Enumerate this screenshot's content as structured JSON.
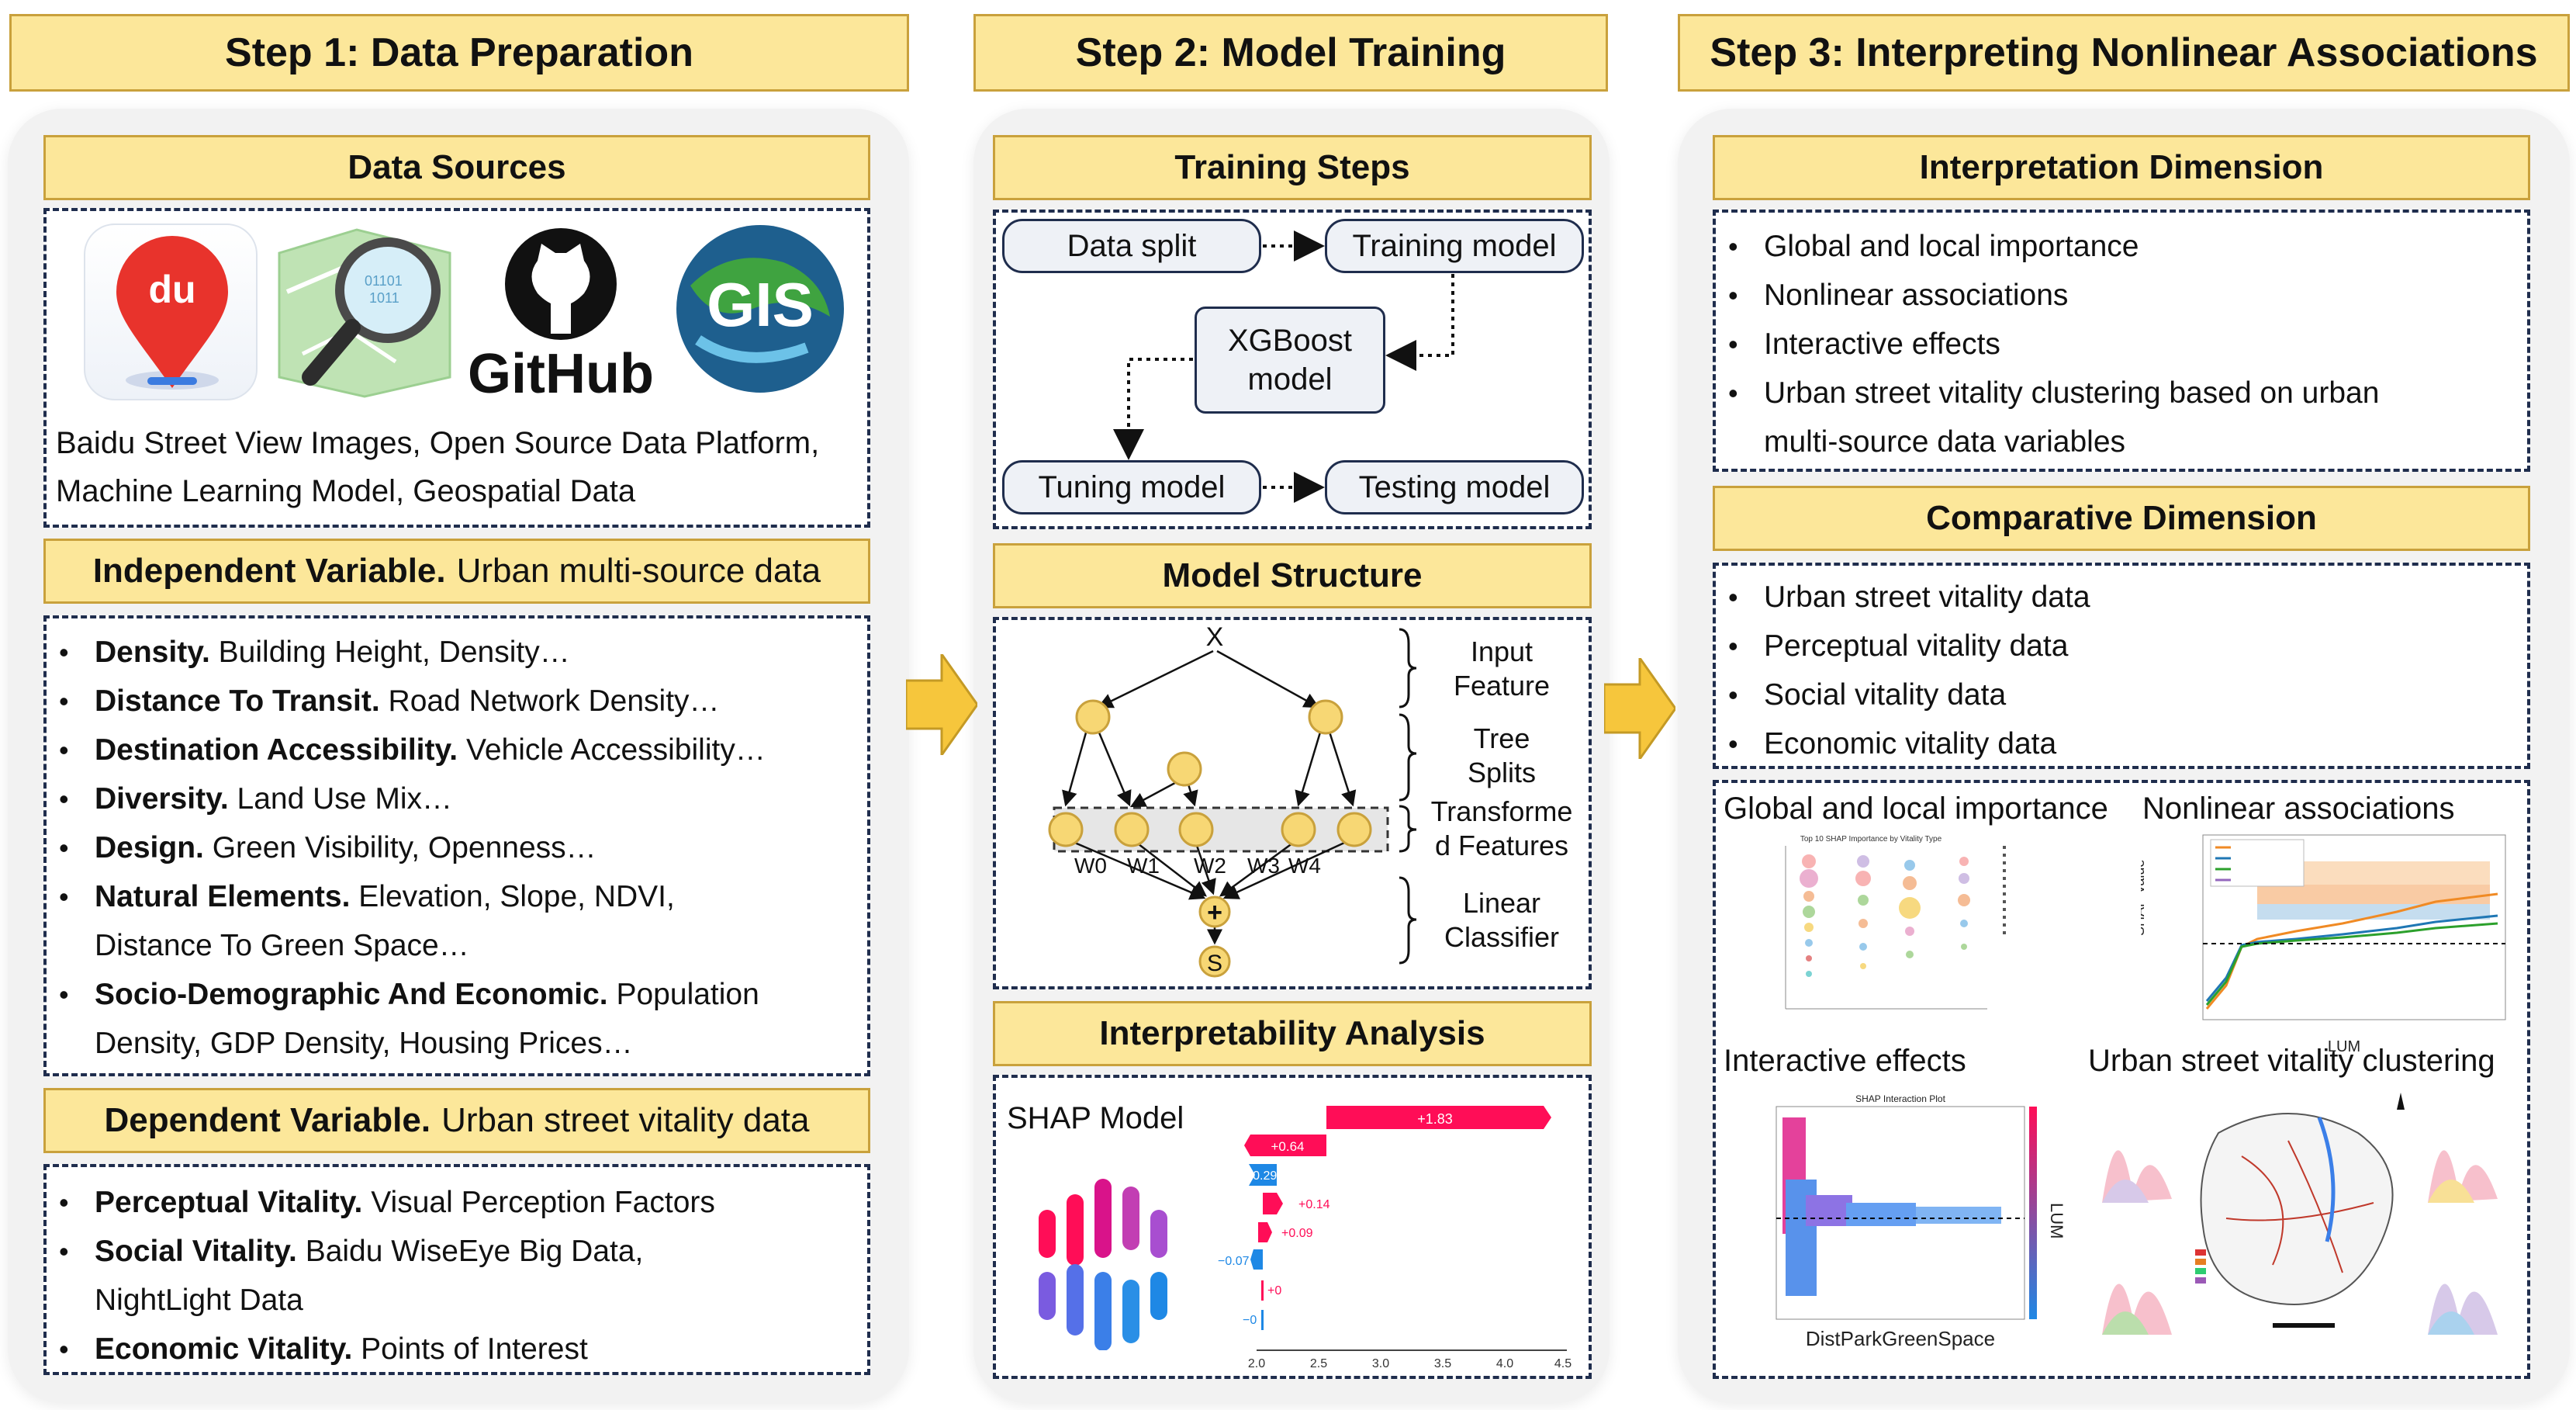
{
  "steps": {
    "step1": "Step 1: Data Preparation",
    "step2": "Step 2: Model Training",
    "step3": "Step 3: Interpreting Nonlinear Associations"
  },
  "col1": {
    "data_sources_title": "Data Sources",
    "logo_du": "du",
    "logo_github": "GitHub",
    "logo_gis": "GIS",
    "sources_line1": "Baidu Street View Images, Open Source Data Platform,",
    "sources_line2": "Machine Learning Model, Geospatial Data",
    "independent_title": "Independent Variable.",
    "independent_sub": "Urban multi-source data",
    "independent_items": [
      {
        "bold": "Density.",
        "text": "Building Height, Density…"
      },
      {
        "bold": "Distance To Transit.",
        "text": "Road Network Density…"
      },
      {
        "bold": "Destination Accessibility.",
        "text": "Vehicle Accessibility…"
      },
      {
        "bold": "Diversity.",
        "text": "Land Use Mix…"
      },
      {
        "bold": "Design.",
        "text": "Green Visibility, Openness…"
      },
      {
        "bold": "Natural Elements.",
        "text": "Elevation, Slope, NDVI,"
      },
      {
        "bold": "",
        "text": "Distance To Green Space…"
      },
      {
        "bold": "Socio-Demographic And Economic.",
        "text": "Population"
      },
      {
        "bold": "",
        "text": "Density, GDP Density, Housing Prices…"
      }
    ],
    "dependent_title": "Dependent Variable.",
    "dependent_sub": "Urban street vitality data",
    "dependent_items": [
      {
        "bold": "Perceptual Vitality.",
        "text": "Visual Perception Factors"
      },
      {
        "bold": "Social Vitality.",
        "text": "Baidu  WiseEye Big Data,"
      },
      {
        "bold": "",
        "text": "NightLight Data"
      },
      {
        "bold": "Economic Vitality.",
        "text": "Points of Interest"
      }
    ]
  },
  "col2": {
    "training_title": "Training Steps",
    "data_split": "Data split",
    "training_model": "Training model",
    "xgboost_line1": "XGBoost",
    "xgboost_line2": "model",
    "tuning_model": "Tuning model",
    "testing_model": "Testing model",
    "structure_title": "Model Structure",
    "x_label": "X",
    "input_line1": "Input",
    "input_line2": "Feature",
    "tree_line1": "Tree",
    "tree_line2": "Splits",
    "transformed_line1": "Transforme",
    "transformed_line2": "d Features",
    "linear_line1": "Linear",
    "linear_line2": "Classifier",
    "weights": [
      "W0",
      "W1",
      "W2",
      "W3",
      "W4"
    ],
    "plus": "+",
    "sigma": "S",
    "interp_title": "Interpretability Analysis",
    "shap_model": "SHAP Model",
    "waterfall_labels": [
      "+1.83",
      "+0.64",
      "−0.29",
      "+0.14",
      "+0.09",
      "−0.07",
      "+0",
      "−0"
    ],
    "waterfall_ticks": [
      "2.0",
      "2.5",
      "3.0",
      "3.5",
      "4.0",
      "4.5"
    ]
  },
  "col3": {
    "interp_dim_title": "Interpretation Dimension",
    "interp_items": [
      "Global and local importance",
      "Nonlinear associations",
      "Interactive effects",
      "Urban street vitality clustering based on urban",
      "multi-source data variables"
    ],
    "comp_dim_title": "Comparative Dimension",
    "comp_items": [
      "Urban street vitality data",
      "Perceptual vitality data",
      "Social vitality data",
      "Economic vitality data"
    ],
    "thumb_global": "Global and local importance",
    "thumb_nonlinear": "Nonlinear associations",
    "thumb_interactive": "Interactive effects",
    "thumb_cluster": "Urban street vitality clustering",
    "nonlinear_xlabel": "LUM",
    "nonlinear_ylabel": "SHAP Value",
    "interactive_xlabel": "DistParkGreenSpace",
    "interactive_ylabel": "LUM",
    "interactive_plot_title": "SHAP Interaction Plot",
    "global_plot_title": "Top 10 SHAP Importance by Vitality Type"
  },
  "colors": {
    "header_fill": "#fce79a",
    "header_border": "#c9a13c",
    "panel_bg": "#f2f2f2",
    "dash_border": "#1f2d4d",
    "node_fill": "#f7d774",
    "shap_red": "#ff0d57",
    "shap_blue": "#1e88e5"
  }
}
